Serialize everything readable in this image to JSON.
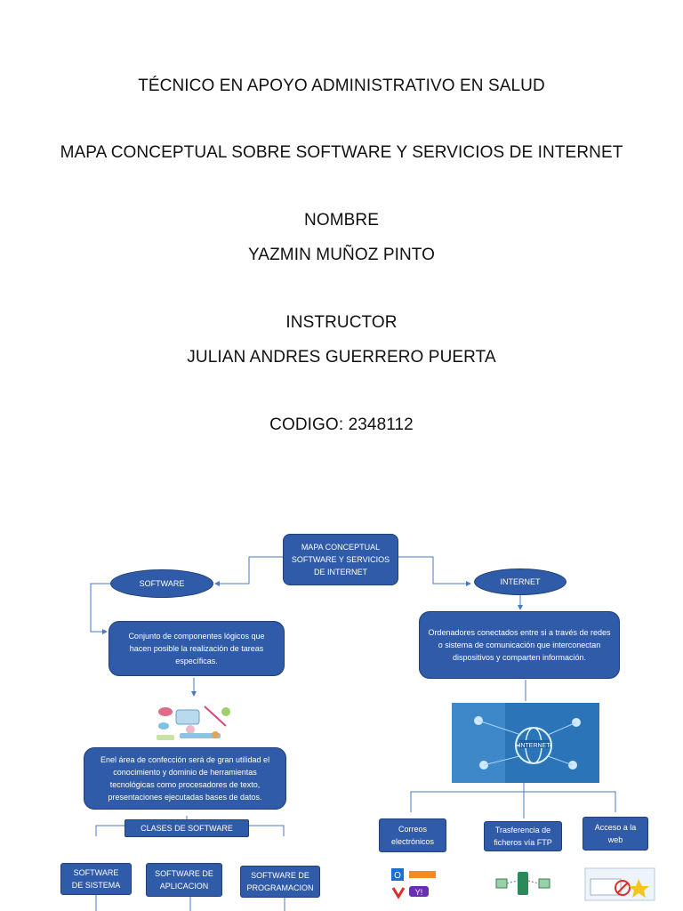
{
  "cover": {
    "line1": "TÉCNICO EN APOYO ADMINISTRATIVO EN SALUD",
    "line2": "MAPA CONCEPTUAL SOBRE SOFTWARE Y SERVICIOS DE INTERNET",
    "nombre_label": "NOMBRE",
    "nombre_value": "YAZMIN MUÑOZ PINTO",
    "instructor_label": "INSTRUCTOR",
    "instructor_value": "JULIAN ANDRES GUERRERO PUERTA",
    "codigo": "CODIGO: 2348112"
  },
  "map": {
    "root": "MAPA CONCEPTUAL SOFTWARE Y SERVICIOS DE INTERNET",
    "software": "SOFTWARE",
    "internet": "INTERNET",
    "software_def": "Conjunto de componentes lógicos que hacen posible la realización de tareas específicas.",
    "internet_def": "Ordenadores conectados entre si a través de redes o sistema de comunicación  que interconectan dispositivos y comparten información.",
    "software_use": "Enel área de confección será de gran utilidad  el conocimiento y dominio de herramientas tecnológicas como procesadores de texto, presentaciones ejecutadas bases de datos.",
    "clases": "CLASES DE SOFTWARE",
    "sw_sistema": "SOFTWARE DE SISTEMA",
    "sw_aplicacion": "SOFTWARE DE APLICACION",
    "sw_programacion": "SOFTWARE DE PROGRAMACION",
    "correos": "Correos electrónicos",
    "ftp": "Trasferencia de ficheros  vía FTP",
    "web": "Acceso a la web",
    "colors": {
      "box": "#2f5ba8",
      "line": "#4a78c8"
    }
  }
}
